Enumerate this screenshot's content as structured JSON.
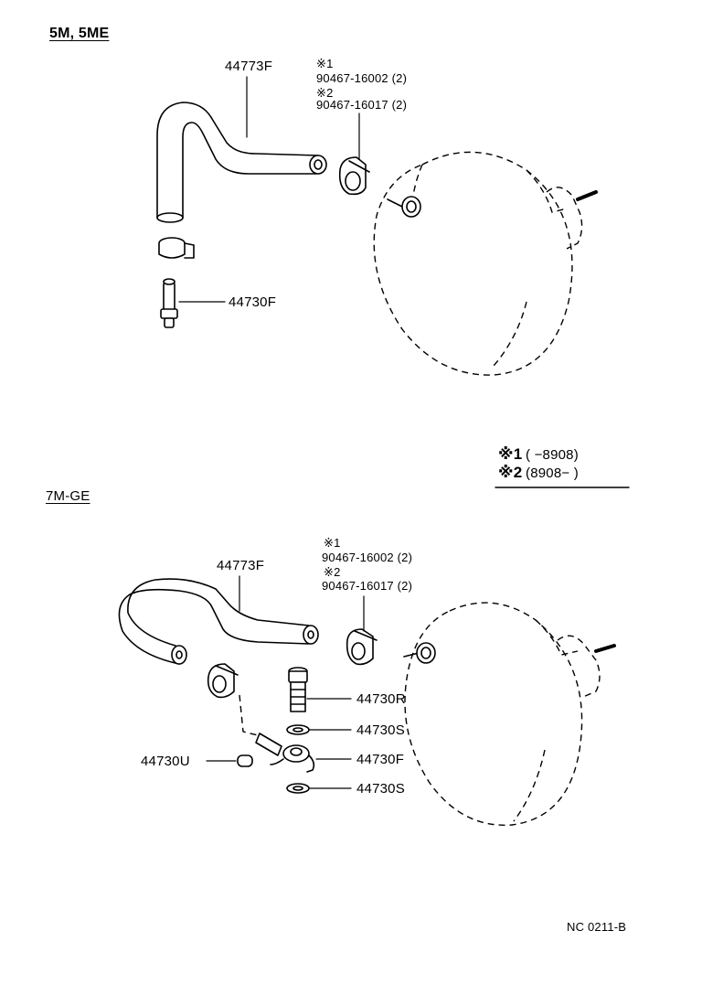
{
  "sections": {
    "top_title": "5M, 5ME",
    "bottom_title": "7M-GE"
  },
  "top": {
    "hose_part": "44773F",
    "clip_note1_mark": "※1",
    "clip_note1_part": "90467-16002 (2)",
    "clip_note2_mark": "※2",
    "clip_note2_part": "90467-16017 (2)",
    "union_part": "44730F"
  },
  "legend": {
    "row1_mark": "※1",
    "row1_range": "(        −8908)",
    "row2_mark": "※2",
    "row2_range": "(8908−        )"
  },
  "bottom": {
    "hose_part": "44773F",
    "clip_note1_mark": "※1",
    "clip_note1_part": "90467-16002 (2)",
    "clip_note2_mark": "※2",
    "clip_note2_part": "90467-16017 (2)",
    "bolt_part": "44730R",
    "gasket_upper_part": "44730S",
    "union_part": "44730F",
    "gasket_lower_part": "44730S",
    "cap_part": "44730U"
  },
  "footer": {
    "code": "NC  0211-B"
  }
}
